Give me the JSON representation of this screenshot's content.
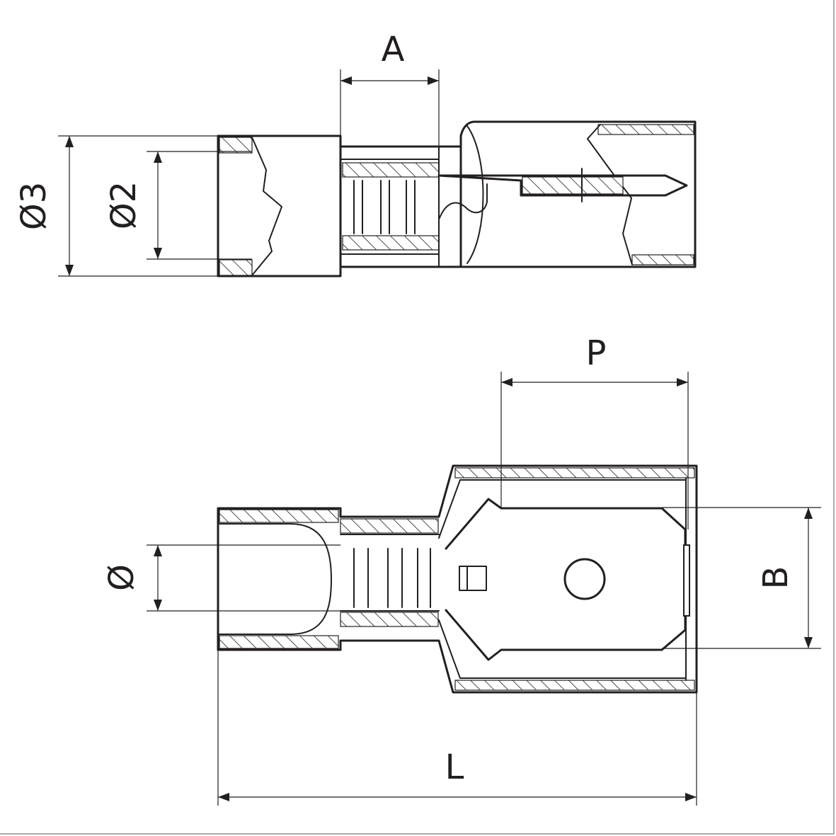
{
  "labels": {
    "top_width": "A",
    "top_outer_diameter": "Ø3",
    "top_inner_diameter": "Ø2",
    "bottom_tab_length": "P",
    "bottom_tab_width": "B",
    "bottom_diameter": "Ø",
    "bottom_total_length": "L"
  },
  "colors": {
    "line": "#231f20",
    "background": "#ffffff"
  }
}
